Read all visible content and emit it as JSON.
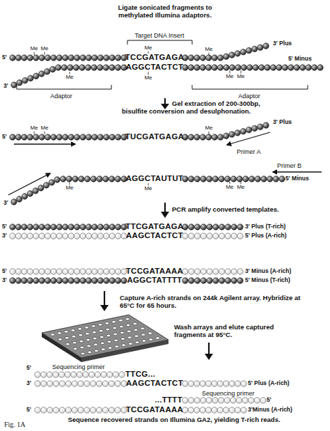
{
  "diagram": {
    "caption": "Fig. 1A",
    "labels": [
      "Ligate sonicated fragments to methylated Illumina adaptors.",
      "Target DNA Insert",
      "Me",
      "Me",
      "Me",
      "Me",
      "3' Plus",
      "5'",
      "TCCGATGAGA",
      "AGGCTACTCT",
      "5' Minus",
      "3'",
      "Me",
      "Me",
      "Me",
      "Me",
      "Adaptor",
      "Adaptor",
      "Gel extraction of 200-300bp, bisulfite conversion and desulphonation.",
      "Me",
      "Me",
      "Me",
      "3' Plus",
      "5'",
      "TUCGATGAGA",
      "Primer A",
      "Primer B",
      "AGGCTAUTUT",
      "5' Minus",
      "3'",
      "Me",
      "Me",
      "Me",
      "Me",
      "PCR amplify converted templates.",
      "5'",
      "TTCGATGAGA",
      "3' Plus (T-rich)",
      "3'",
      "AAGCTACTCT",
      "5' Plus (A-rich)",
      "5'",
      "TCCGATAAAA",
      "3' Minus (A-rich)",
      "3'",
      "AGGCTATTTT",
      "5' Minus (T-rich)",
      "Capture A-rich strands on 244k Agilent array. Hybridize at 65°C for 65 hours.",
      "Wash arrays and elute captured fragments at 95°C.",
      "5'",
      "Sequencing primer",
      "TTCG...",
      "3'",
      "AAGCTACTCT",
      "5' Plus (A-rich)",
      "...TTTT",
      "Sequencing primer",
      "5'",
      "5'",
      "TCCGATAAAA",
      "3'Minus (A-rich)",
      "Sequence recovered strands on Illumina GA2, yielding T-rich reads."
    ]
  }
}
